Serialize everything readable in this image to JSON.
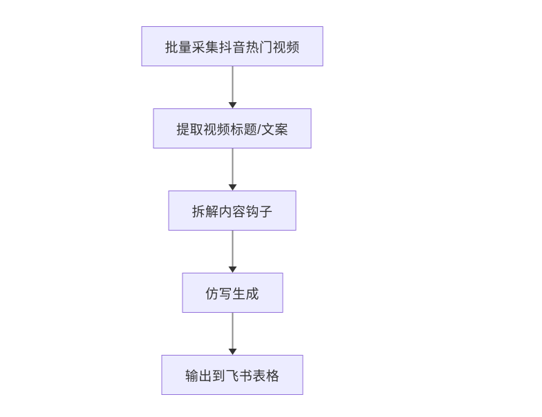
{
  "flowchart": {
    "type": "flowchart-top-down",
    "nodes": [
      {
        "id": "A",
        "label": "批量采集抖音热门视频"
      },
      {
        "id": "B",
        "label": "提取视频标题/文案"
      },
      {
        "id": "C",
        "label": "拆解内容钩子"
      },
      {
        "id": "D",
        "label": "仿写生成"
      },
      {
        "id": "E",
        "label": "输出到飞书表格"
      }
    ],
    "edges": [
      {
        "from": "批量采集抖音热门视频",
        "to": "提取视频标题/文案"
      },
      {
        "from": "提取视频标题/文案",
        "to": "拆解内容钩子"
      },
      {
        "from": "拆解内容钩子",
        "to": "仿写生成"
      },
      {
        "from": "仿写生成",
        "to": "输出到飞书表格"
      }
    ],
    "colors": {
      "node_fill": "#ECECFF",
      "node_border": "#9370DB",
      "node_text": "#333333",
      "arrow_line": "#8C8C8C",
      "arrowhead": "#333333",
      "background": "#FFFFFF"
    }
  }
}
